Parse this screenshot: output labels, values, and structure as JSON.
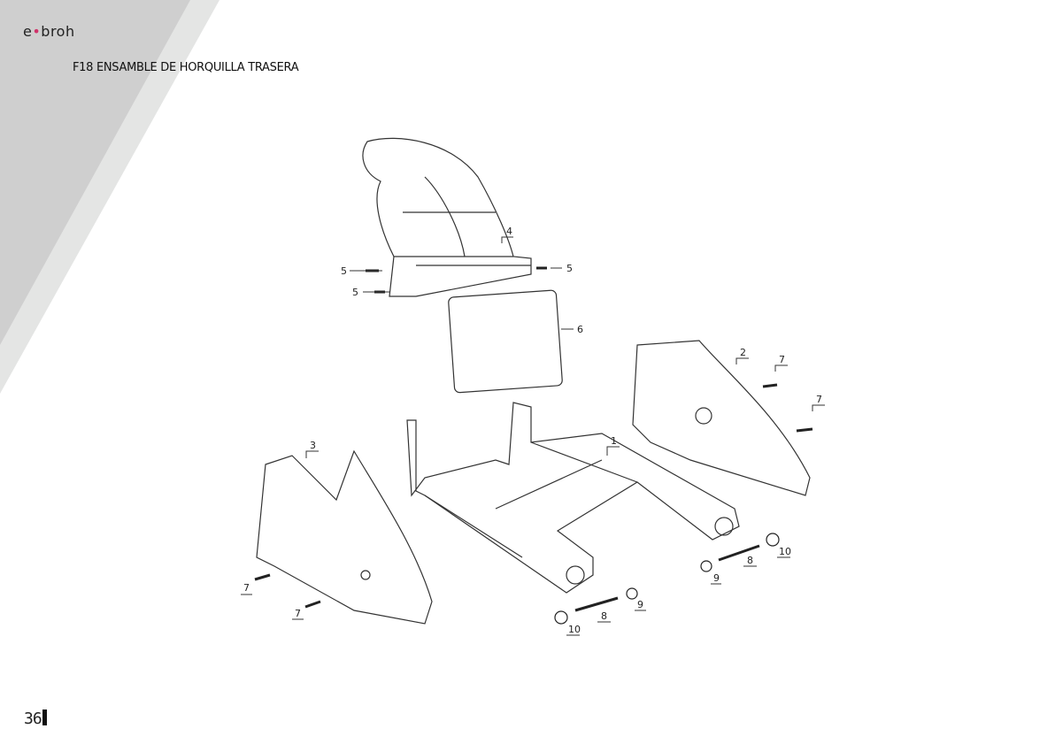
{
  "header": {
    "brand_prefix": "e",
    "brand_suffix": "broh",
    "title": "F18 ENSAMBLE DE HORQUILLA TRASERA"
  },
  "footer": {
    "page_number": "36"
  },
  "callouts": {
    "c1": "1",
    "c2": "2",
    "c3": "3",
    "c4": "4",
    "c5a": "5",
    "c5b": "5",
    "c5c": "5",
    "c6": "6",
    "c7a": "7",
    "c7b": "7",
    "c7c": "7",
    "c7d": "7",
    "c8a": "8",
    "c8b": "8",
    "c9a": "9",
    "c9b": "9",
    "c10a": "10",
    "c10b": "10"
  },
  "colors": {
    "band_dark": "#cfcfcf",
    "band_light": "#e4e5e4",
    "accent": "#d0336a"
  }
}
